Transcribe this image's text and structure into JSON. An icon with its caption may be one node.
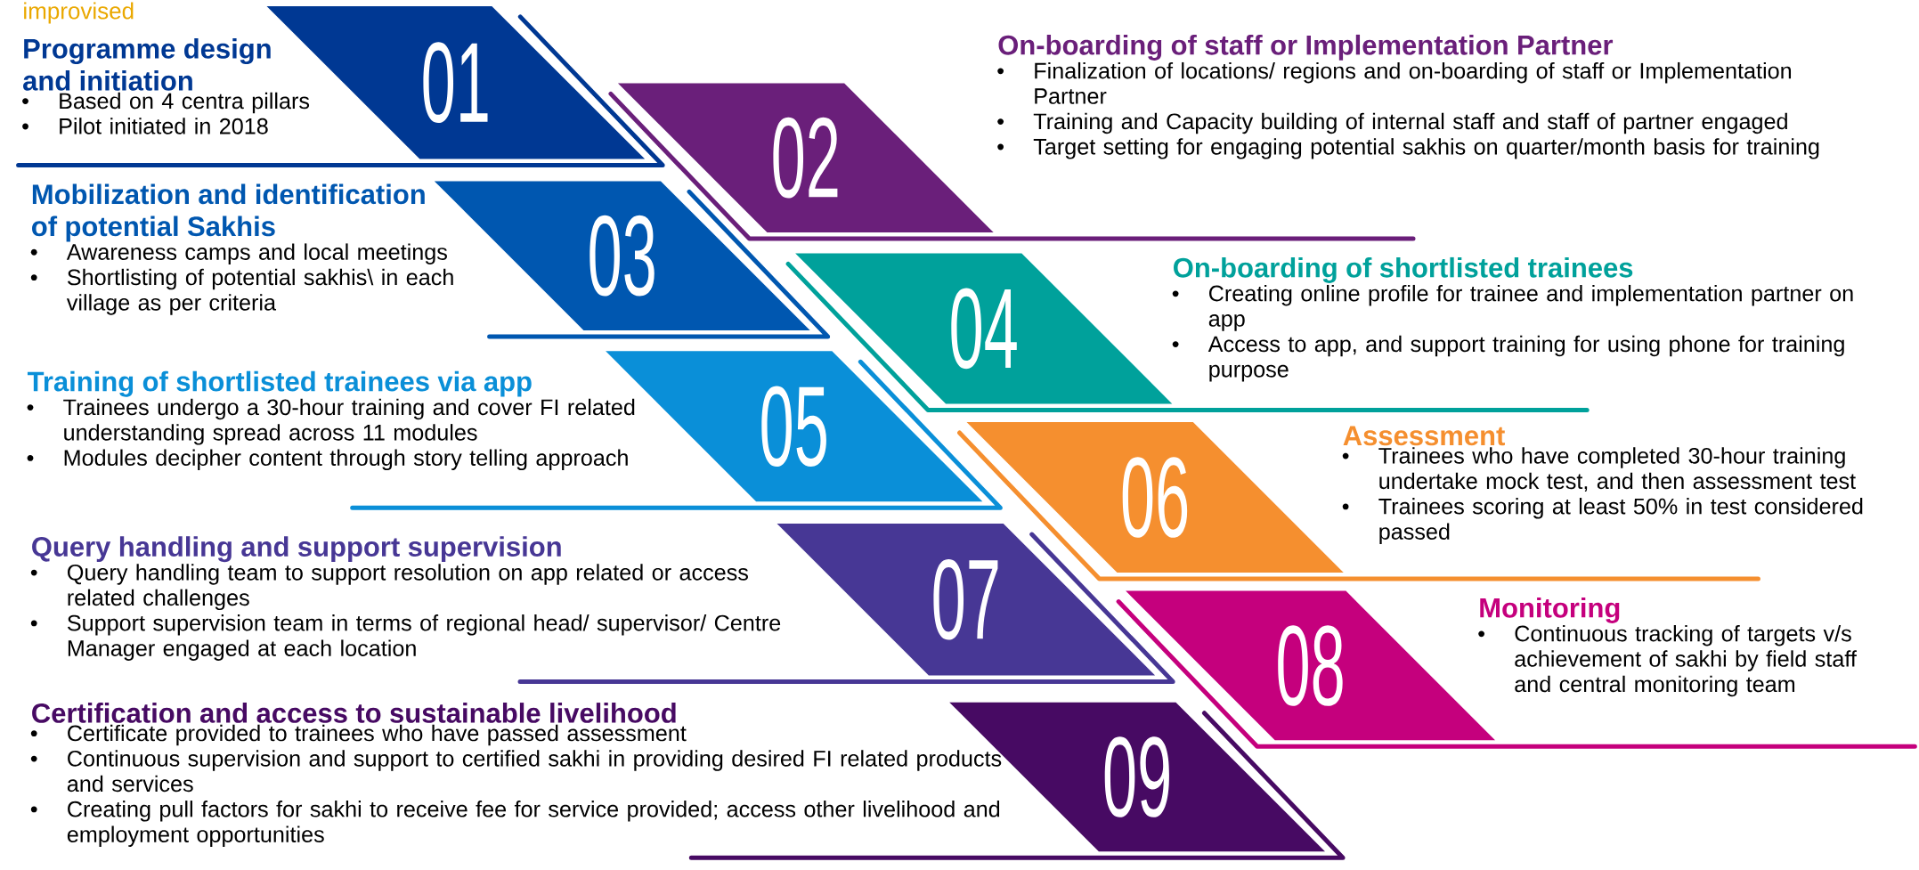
{
  "diagram": {
    "title": "improvised",
    "nodes": [
      {
        "text": [
          "01"
        ],
        "beside": [
          "Programme design and initiation",
          "Based on 4 centra pillars",
          "Pilot initiated in 2018"
        ]
      },
      {
        "text": [
          "02"
        ],
        "beside": [
          "On-boarding of staff or Implementation Partner",
          "Finalization of locations/ regions and on-boarding of staff or Implementation Partner",
          "Training and Capacity building of internal staff and staff of partner engaged",
          "Target setting for engaging potential sakhis on quarter/month basis for training"
        ]
      },
      {
        "text": [
          "03"
        ],
        "beside": [
          "Mobilization and identification of potential Sakhis",
          "Awareness camps and local meetings",
          "Shortlisting of potential sakhis\\ in each village as per criteria"
        ]
      },
      {
        "text": [
          "04"
        ],
        "beside": [
          "On-boarding of shortlisted trainees",
          "Creating online profile for trainee and implementation partner on app",
          "Access to app, and support training for using phone for training purpose"
        ]
      },
      {
        "text": [
          "05"
        ],
        "beside": [
          "Training of shortlisted trainees via app",
          "Trainees undergo a 30-hour training and cover FI related understanding spread across 11 modules",
          "Modules decipher content through story telling approach"
        ]
      },
      {
        "text": [
          "06"
        ],
        "beside": [
          "Assessment",
          "Trainees who have completed 30-hour training undertake mock test, and then assessment test",
          "Trainees scoring at least 50% in test considered passed"
        ]
      },
      {
        "text": [
          "07"
        ],
        "beside": [
          "Query handling and support supervision",
          "Query handling team to support resolution on app related or access related challenges",
          "Support supervision team in terms of regional head/ supervisor/ Centre Manager engaged at each location"
        ]
      },
      {
        "text": [
          "08"
        ],
        "beside": [
          "Monitoring",
          "Continuous tracking of targets v/s achievement of sakhi by field staff and central monitoring team"
        ]
      },
      {
        "text": [
          "09"
        ],
        "beside": [
          "Certification and access to sustainable livelihood",
          "Certificate provided to trainees who have passed assessment",
          "Continuous supervision and support to certified sakhi in providing desired FI related products and services",
          "Creating pull factors for sakhi to receive fee for service provided; access other livelihood and employment opportunities"
        ]
      }
    ]
  }
}
